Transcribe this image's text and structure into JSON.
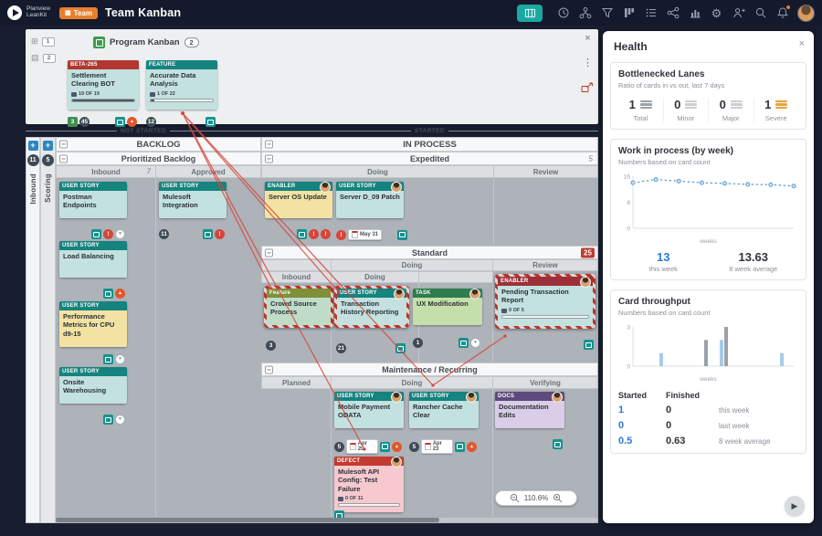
{
  "topbar": {
    "brand_line1": "Planview",
    "brand_line2": "LeanKit",
    "team_badge": "Team",
    "title": "Team Kanban"
  },
  "header_panel": {
    "tab1": "1",
    "tab2": "2",
    "board_chip_label": "Program Kanban",
    "board_chip_count": "2"
  },
  "labels": {
    "not_started": "NOT STARTED",
    "started": "STARTED",
    "backlog": "BACKLOG",
    "in_process": "IN PROCESS",
    "prioritized_backlog": "Prioritized Backlog",
    "expedited": "Expedited",
    "expedited_count": "5",
    "inbound": "Inbound",
    "inbound_count": "7",
    "approved": "Approved",
    "doing": "Doing",
    "review": "Review",
    "standard": "Standard",
    "standard_count": "25",
    "maintenance": "Maintenance / Recurring",
    "planned": "Planned",
    "verifying": "Verifying",
    "zoom_level": "110.6%"
  },
  "swimlanes": {
    "lane1_label": "Inbound",
    "lane1_count": "11",
    "lane2_label": "Scoring",
    "lane2_count": "5"
  },
  "cards": {
    "beta": {
      "type": "BETA-265",
      "title": "Settlement Clearing BOT",
      "progress": "19 OF 19",
      "subtask_count": "3",
      "count": "45"
    },
    "accurate": {
      "type": "FEATURE",
      "title": "Accurate Data Analysis",
      "progress": "1 OF 22",
      "count": "12"
    },
    "postman": {
      "type": "USER STORY",
      "title": "Postman Endpoints"
    },
    "load_balancing": {
      "type": "USER STORY",
      "title": "Load Balancing"
    },
    "perf_metrics": {
      "type": "USER STORY",
      "title": "Performance Metrics for CPU d9-15"
    },
    "onsite": {
      "type": "USER STORY",
      "title": "Onsite Warehousing"
    },
    "mulesoft_integration": {
      "type": "USER STORY",
      "title": "Mulesoft Integration",
      "count": "11"
    },
    "server_os": {
      "type": "ENABLER",
      "title": "Server OS Update"
    },
    "server_patch": {
      "type": "USER STORY",
      "title": "Server D_09 Patch",
      "date": "May 31"
    },
    "crowd_source": {
      "type": "Feature",
      "title": "Crowd Source Process",
      "count": "3"
    },
    "transaction_history": {
      "type": "USER STORY",
      "title": "Transaction History Reporting",
      "count": "21"
    },
    "ux_modification": {
      "type": "TASK",
      "title": "UX Modification",
      "count": "1"
    },
    "pending_transaction": {
      "type": "ENABLER",
      "title": "Pending Transaction Report",
      "progress": "0 OF 5"
    },
    "mobile_payment": {
      "type": "USER STORY",
      "title": "Mobile Payment ODATA",
      "count": "5",
      "date": "Apr 20"
    },
    "rancher": {
      "type": "USER STORY",
      "title": "Rancher Cache Clear",
      "count": "5",
      "date": "Apr 23"
    },
    "docs_edits": {
      "type": "DOCS",
      "title": "Documentation Edits"
    },
    "defect_mulesoft": {
      "type": "DEFECT",
      "title": "Mulesoft API Config: Test Failure",
      "progress": "0 OF 11"
    }
  },
  "health": {
    "title": "Health",
    "bottleneck": {
      "title": "Bottlenecked Lanes",
      "subtitle": "Ratio of cards in vs out, last 7 days",
      "stats": [
        {
          "value": "1",
          "label": "Total"
        },
        {
          "value": "0",
          "label": "Minor"
        },
        {
          "value": "0",
          "label": "Major"
        },
        {
          "value": "1",
          "label": "Severe"
        }
      ]
    },
    "wip": {
      "title": "Work in process (by week)",
      "subtitle": "Numbers based on card count",
      "this_week_value": "13",
      "this_week_label": "this week",
      "avg_value": "13.63",
      "avg_label": "8 week average",
      "chart_data": {
        "type": "line",
        "x": [
          1,
          2,
          3,
          4,
          5,
          6,
          7,
          8
        ],
        "values": [
          14,
          15,
          14.5,
          14,
          13.8,
          13.5,
          13.4,
          13
        ],
        "ylim": [
          0,
          16
        ],
        "yticks": [
          0,
          8,
          16
        ],
        "xlabel": "weeks"
      }
    },
    "throughput": {
      "title": "Card throughput",
      "subtitle": "Numbers based on card count",
      "chart_data": {
        "type": "bar",
        "x": [
          1,
          2,
          3,
          4,
          5,
          6,
          7,
          8
        ],
        "series": [
          {
            "name": "Started",
            "color": "#a8cbe8",
            "values": [
              0,
              1,
              0,
              0,
              2,
              0,
              0,
              1
            ]
          },
          {
            "name": "Finished",
            "color": "#9aa1a8",
            "values": [
              0,
              0,
              0,
              2,
              3,
              0,
              0,
              0
            ]
          }
        ],
        "ylim": [
          0,
          3
        ],
        "yticks": [
          0,
          3
        ],
        "xlabel": "weeks"
      },
      "table": {
        "col1": "Started",
        "col2": "Finished",
        "rows": [
          {
            "started": "1",
            "finished": "0",
            "label": "this week"
          },
          {
            "started": "0",
            "finished": "0",
            "label": "last week"
          },
          {
            "started": "0.5",
            "finished": "0.63",
            "label": "8 week average"
          }
        ]
      }
    }
  },
  "colors": {
    "accent_teal": "#1ba8a2",
    "team_badge_orange": "#e87f2e",
    "card_teal": "#c3e1df",
    "card_yellow": "#f2e3a2",
    "card_green": "#c4dfa9",
    "card_pink": "#f6c9cf",
    "card_purple": "#d9cde8",
    "type_red": "#b2382f",
    "type_teal": "#15837e",
    "type_olive": "#7f8f3a",
    "type_dark_green": "#2f7d4e",
    "type_purple": "#5f4a7d",
    "type_maroon": "#9c3038",
    "alert_red": "#d8453a",
    "priority_orange": "#e2572b",
    "badge_dark": "#3f4a55",
    "stat_blue": "#2d7dd2",
    "severe_orange": "#e8a23c"
  }
}
